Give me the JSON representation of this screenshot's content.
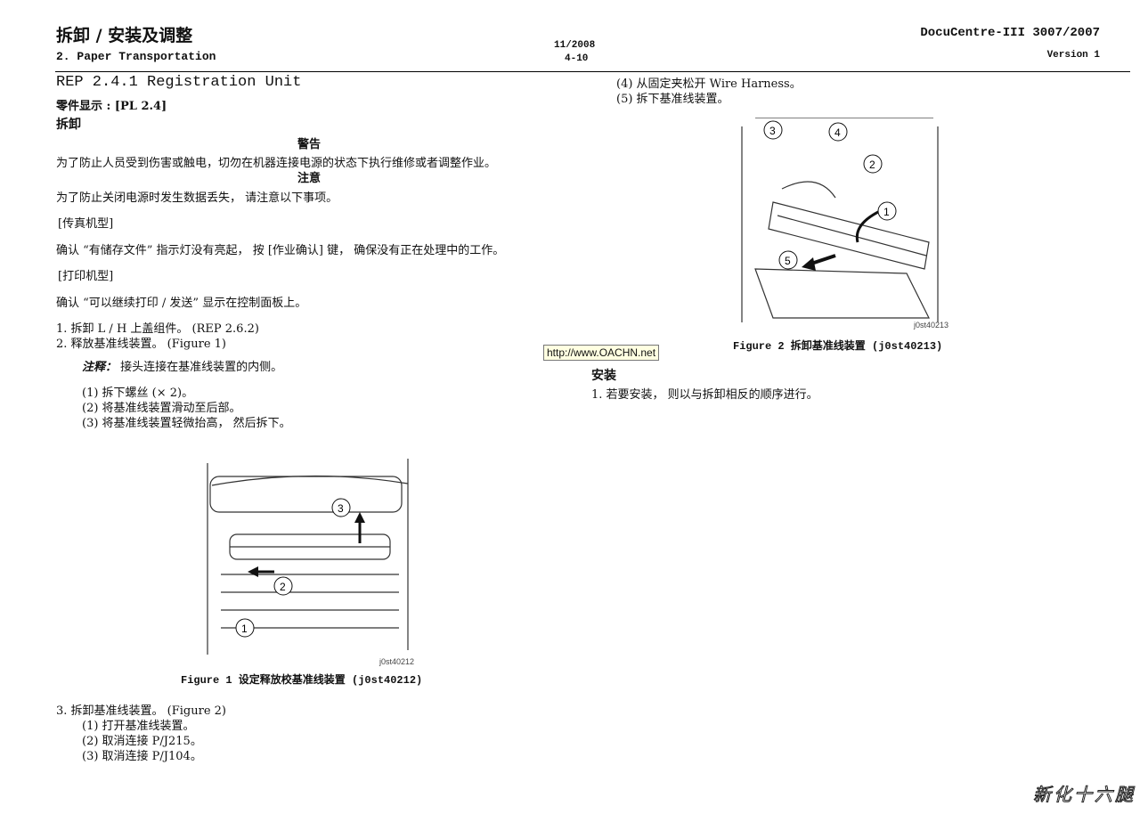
{
  "header": {
    "title": "拆卸 / 安装及调整",
    "section": "2. Paper Transportation",
    "date": "11/2008",
    "page": "4-10",
    "product": "DocuCentre-III 3007/2007",
    "version": "Version 1"
  },
  "rep_title": "REP 2.4.1  Registration Unit",
  "parts_display": "零件显示 : [PL 2.4]",
  "removal_heading": "拆卸",
  "warning": {
    "title": "警告",
    "text": "为了防止人员受到伤害或触电，切勿在机器连接电源的状态下执行维修或者调整作业。"
  },
  "caution": {
    "title": "注意",
    "text": "为了防止关闭电源时发生数据丢失， 请注意以下事项。"
  },
  "fax_model": "[传真机型]",
  "fax_text": "确认 “有储存文件” 指示灯没有亮起， 按 [作业确认] 键， 确保没有正在处理中的工作。",
  "print_model": "[打印机型]",
  "print_text": "确认 “可以继续打印 / 发送” 显示在控制面板上。",
  "steps": [
    "1.   拆卸 L / H 上盖组件。 (REP 2.6.2)",
    "2.   释放基准线装置。 (Figure 1)"
  ],
  "note_label": "注释：",
  "note_text": "接头连接在基准线装置的内侧。",
  "substeps2": [
    "(1) 拆下螺丝 (× 2)。",
    "(2) 将基准线装置滑动至后部。",
    "(3) 将基准线装置轻微抬高， 然后拆下。"
  ],
  "figure1": {
    "caption": "Figure 1 设定释放校基准线装置 (j0st40212)",
    "code": "j0st40212",
    "callouts": [
      "1",
      "2",
      "3"
    ]
  },
  "step3": "3.   拆卸基准线装置。 (Figure 2)",
  "substeps3": [
    "(1) 打开基准线装置。",
    "(2) 取消连接 P/J215。",
    "(3) 取消连接 P/J104。"
  ],
  "right_substeps": [
    "(4) 从固定夹松开 Wire Harness。",
    "(5) 拆下基准线装置。"
  ],
  "figure2": {
    "caption": "Figure 2 拆卸基准线装置 (j0st40213)",
    "code": "j0st40213",
    "callouts": [
      "1",
      "2",
      "3",
      "4",
      "5"
    ]
  },
  "tooltip": "http://www.OACHN.net",
  "install": {
    "heading": "安装",
    "step": "1.   若要安装， 则以与拆卸相反的顺序进行。"
  },
  "watermark": "新化十六腿"
}
